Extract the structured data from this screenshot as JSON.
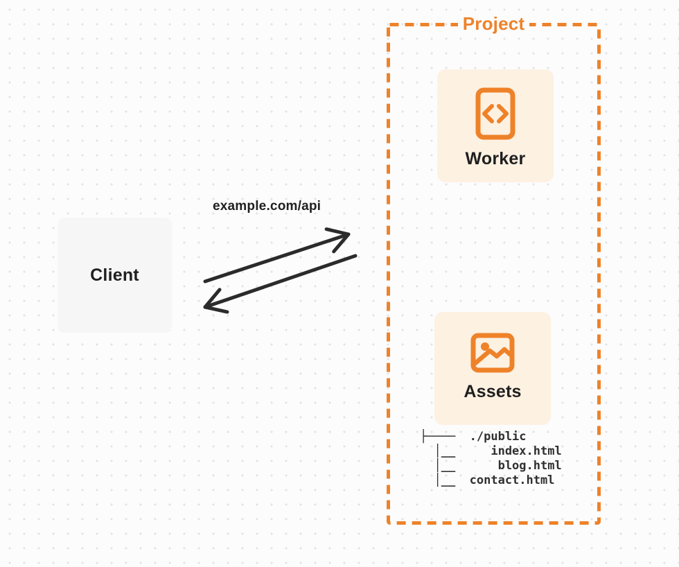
{
  "client_card": {
    "label": "Client"
  },
  "request_arrow": {
    "label": "example.com/api"
  },
  "project": {
    "label": "Project",
    "worker_card": {
      "label": "Worker",
      "icon": "code-document-icon"
    },
    "assets_card": {
      "label": "Assets",
      "icon": "image-icon"
    },
    "file_tree": {
      "lines": "├────  ./public\n  │__     index.html\n  │__      blog.html\n  │__  contact.html"
    }
  },
  "colors": {
    "accent": "#EE8229",
    "card_bg": "#FDF1E2",
    "client_bg": "#F6F6F7",
    "ink": "#1F1F1F",
    "arrow_ink": "#2B2B2B",
    "dot": "#E3E3E6",
    "canvas_bg": "#FCFCFD"
  }
}
